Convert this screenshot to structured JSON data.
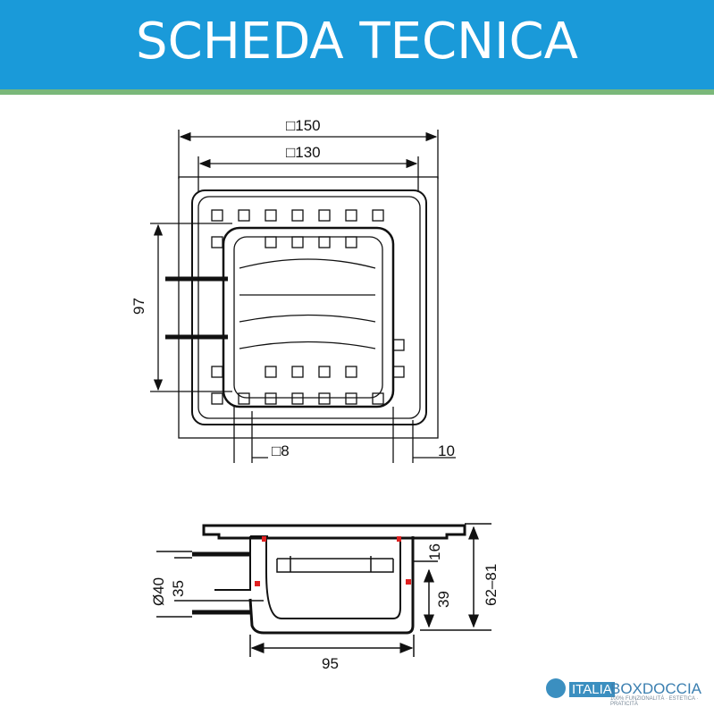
{
  "header": {
    "title": "SCHEDA TECNICA",
    "background": "#1a9ad9",
    "accent_line": "#7ab87a"
  },
  "top_view": {
    "dim_outer": "□150",
    "dim_inner": "□130",
    "dim_height": "97",
    "dim_square": "□8",
    "dim_margin": "10"
  },
  "side_view": {
    "dim_width": "95",
    "dim_total_height": "62–81",
    "dim_depth": "39",
    "dim_top": "16",
    "dim_pipe_outer": "Ø40",
    "dim_pipe_inner": "35"
  },
  "logo": {
    "italia": "ITALIA",
    "brand": "BOXDOCCIA",
    "tagline": "100% FUNZIONALITÀ · ESTETICA · PRATICITÀ"
  }
}
